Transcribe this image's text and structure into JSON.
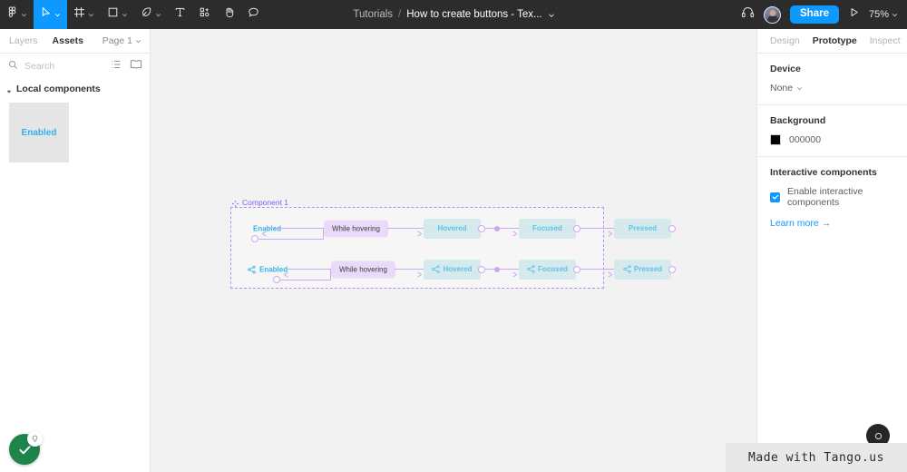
{
  "toolbar": {
    "tools": [
      {
        "name": "figma-logo-icon",
        "label": "Figma",
        "has_chevron": true,
        "active": false
      },
      {
        "name": "move-tool-icon",
        "label": "Move",
        "has_chevron": true,
        "active": true
      },
      {
        "name": "frame-tool-icon",
        "label": "Frame",
        "has_chevron": true,
        "active": false
      },
      {
        "name": "shape-tool-icon",
        "label": "Rectangle",
        "has_chevron": true,
        "active": false
      },
      {
        "name": "pen-tool-icon",
        "label": "Pen",
        "has_chevron": true,
        "active": false
      },
      {
        "name": "text-tool-icon",
        "label": "Text",
        "has_chevron": false,
        "active": false
      },
      {
        "name": "components-tool-icon",
        "label": "Resources",
        "has_chevron": false,
        "active": false
      },
      {
        "name": "hand-tool-icon",
        "label": "Hand",
        "has_chevron": false,
        "active": false
      },
      {
        "name": "comment-tool-icon",
        "label": "Comment",
        "has_chevron": false,
        "active": false
      }
    ],
    "breadcrumb_project": "Tutorials",
    "breadcrumb_separator": "/",
    "breadcrumb_file": "How to create buttons - Tex...",
    "share_label": "Share",
    "zoom_level": "75%",
    "accent_blue": "#0d99ff",
    "bar_background": "#2c2c2c"
  },
  "sidebar": {
    "tabs": [
      {
        "label": "Layers",
        "active": false
      },
      {
        "label": "Assets",
        "active": true
      }
    ],
    "page_selector": "Page 1",
    "search_placeholder": "Search",
    "search_value": "",
    "section_title": "Local components",
    "components": [
      {
        "label": "Enabled"
      }
    ]
  },
  "canvas": {
    "frame_label": "Component 1",
    "frame_label_color": "#8b5cf6",
    "rows": [
      {
        "state_label": "Enabled",
        "has_share_icon": false,
        "interaction_label": "While hovering",
        "states": [
          "Hovered",
          "Focused",
          "Pressed"
        ]
      },
      {
        "state_label": "Enabled",
        "has_share_icon": true,
        "interaction_label": "While hovering",
        "states": [
          "Hovered",
          "Focused",
          "Pressed"
        ]
      }
    ],
    "connector_color": "#c9a9f0",
    "state_box_color": "#d6e9ec",
    "state_text_color": "#5ec3e8",
    "background": "#f2f2f2"
  },
  "rightpanel": {
    "tabs": [
      {
        "label": "Design",
        "active": false
      },
      {
        "label": "Prototype",
        "active": true
      },
      {
        "label": "Inspect",
        "active": false
      }
    ],
    "device": {
      "title": "Device",
      "value": "None"
    },
    "background": {
      "title": "Background",
      "value": "000000",
      "swatch_color": "#000000"
    },
    "interactive": {
      "title": "Interactive components",
      "checkbox_label": "Enable interactive components",
      "checked": true,
      "learn_more": "Learn more",
      "learn_more_arrow": "→"
    }
  },
  "overlays": {
    "record_button_name": "tango-check-button",
    "tip_badge_name": "lightbulb-badge",
    "watermark": "Made with Tango.us"
  }
}
